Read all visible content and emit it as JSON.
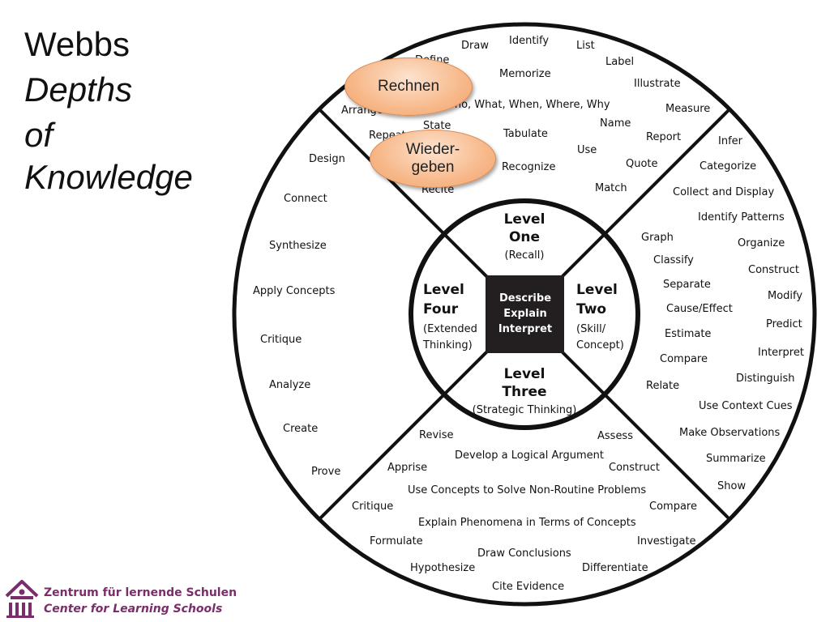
{
  "title": {
    "line1": "Webbs",
    "line2": "Depths",
    "line3": "of",
    "line4": "Knowledge"
  },
  "center": {
    "line1": "Describe",
    "line2": "Explain",
    "line3": "Interpret"
  },
  "levels": {
    "one": {
      "l1": "Level",
      "l2": "One",
      "sub1": "(Recall)"
    },
    "two": {
      "l1": "Level",
      "l2": "Two",
      "sub1": "(Skill/",
      "sub2": "Concept)"
    },
    "three": {
      "l1": "Level",
      "l2": "Three",
      "sub1": "(Strategic Thinking)"
    },
    "four": {
      "l1": "Level",
      "l2": "Four",
      "sub1": "(Extended",
      "sub2": "Thinking)"
    }
  },
  "words": {
    "top": [
      "Draw",
      "Identify",
      "List",
      "Define",
      "Label",
      "Memorize",
      "Illustrate",
      "Arrange",
      "Who, What, When, Where, Why",
      "Measure",
      "Repeat",
      "State",
      "Tabulate",
      "Name",
      "Report",
      "Use",
      "Quote",
      "Recognize",
      "Recite",
      "Match"
    ],
    "right": [
      "Infer",
      "Categorize",
      "Collect and Display",
      "Identify Patterns",
      "Graph",
      "Organize",
      "Classify",
      "Construct",
      "Separate",
      "Modify",
      "Cause/Effect",
      "Predict",
      "Estimate",
      "Interpret",
      "Compare",
      "Distinguish",
      "Relate",
      "Use Context Cues",
      "Make Observations",
      "Summarize",
      "Show"
    ],
    "left": [
      "Design",
      "Connect",
      "Synthesize",
      "Apply Concepts",
      "Critique",
      "Analyze",
      "Create",
      "Prove"
    ],
    "bottom": [
      "Revise",
      "Assess",
      "Develop a Logical Argument",
      "Apprise",
      "Construct",
      "Use Concepts to Solve Non-Routine Problems",
      "Critique",
      "Compare",
      "Explain Phenomena in Terms of Concepts",
      "Formulate",
      "Investigate",
      "Draw Conclusions",
      "Hypothesize",
      "Differentiate",
      "Cite Evidence"
    ]
  },
  "bubbles": {
    "rechnen": "Rechnen",
    "wiedergeben": "Wieder-\ngeben"
  },
  "logo": {
    "line1": "Zentrum für lernende Schulen",
    "line2": "Center for Learning Schools",
    "color": "#7b2d6b"
  },
  "colors": {
    "bubble": "#f7b98b",
    "center_box": "#231f20"
  }
}
